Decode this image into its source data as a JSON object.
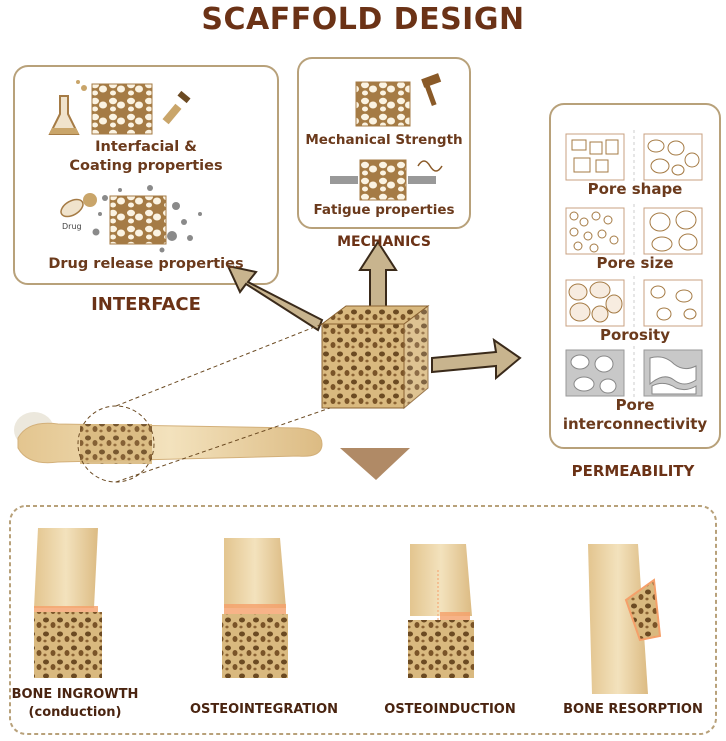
{
  "title": "SCAFFOLD DESIGN",
  "interface": {
    "section_label": "INTERFACE",
    "coating_label_1": "Interfacial &",
    "coating_label_2": "Coating properties",
    "drug_tag": "Drug",
    "drug_label": "Drug release properties"
  },
  "mechanics": {
    "section_label": "MECHANICS",
    "strength_label": "Mechanical Strength",
    "fatigue_label": "Fatigue properties"
  },
  "permeability": {
    "section_label": "PERMEABILITY",
    "pore_shape": "Pore shape",
    "pore_size": "Pore size",
    "porosity": "Porosity",
    "interconnect_1": "Pore",
    "interconnect_2": "interconnectivity"
  },
  "outcomes": {
    "ingrowth_1": "BONE INGROWTH",
    "ingrowth_2": "(conduction)",
    "osteointegration": "OSTEOINTEGRATION",
    "osteoinduction": "OSTEOINDUCTION",
    "resorption": "BONE RESORPTION"
  },
  "colors": {
    "title": "#6b3216",
    "box_border": "#b8a17a",
    "bone": "#e8cf9c",
    "scaffold": "#c9a56a",
    "pore": "#6b4a22",
    "arrow_fill": "#c8b48e",
    "interface_glow": "#f5a06a"
  }
}
